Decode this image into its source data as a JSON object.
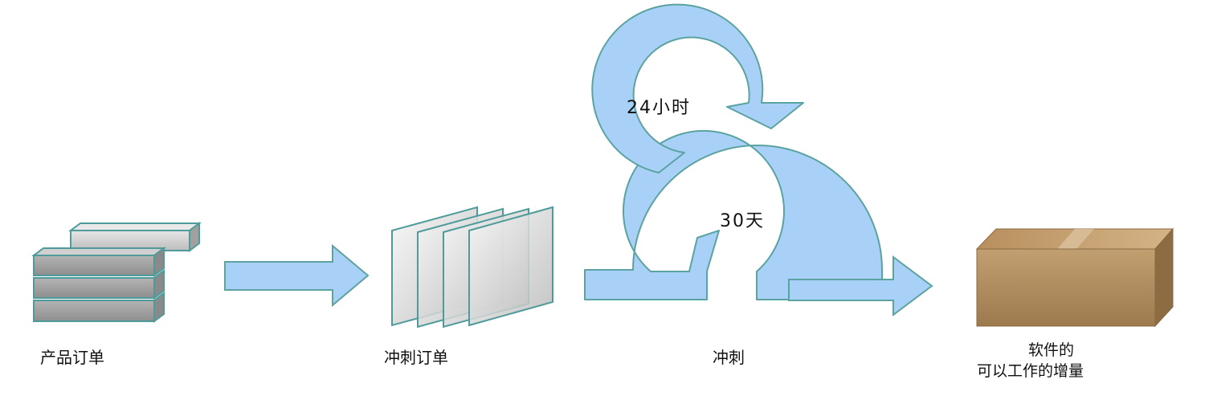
{
  "labels": {
    "product_backlog": "产品订单",
    "sprint_backlog": "冲刺订单",
    "sprint": "冲刺",
    "increment_line1": "软件的",
    "increment_line2": "可以工作的增量"
  },
  "cycles": {
    "daily": "24小时",
    "sprint": "30天"
  },
  "colors": {
    "arrow_fill": "#a9d1f7",
    "arrow_stroke": "#5aa3a0",
    "block_fill": "#a8a8a8",
    "block_stroke": "#4f9b9b",
    "box_fill": "#b08a5c"
  }
}
